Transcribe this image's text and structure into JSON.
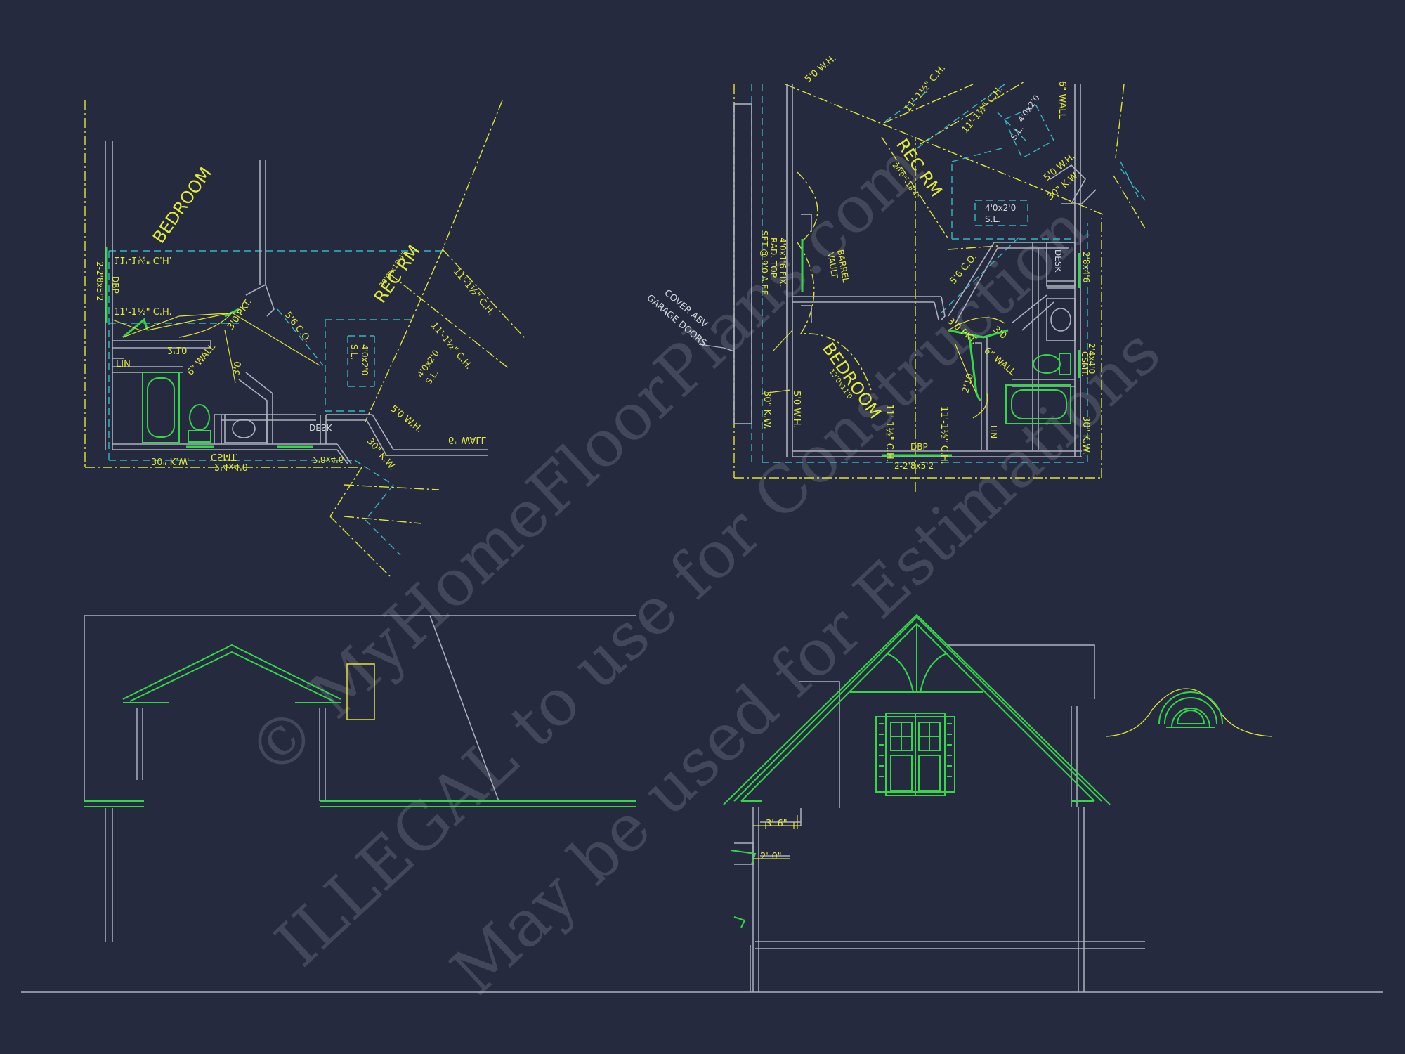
{
  "colors": {
    "background": "#252a3e",
    "wall": "#aeb2bd",
    "yellow": "#dfe53a",
    "cyan": "#33b8c4",
    "green": "#35d64a",
    "white_text": "#d7dae2"
  },
  "watermark": {
    "line1": "© MyHomeFloorPlans.com",
    "line2": "ILLEGAL to use for Construction",
    "line3": "May be used for Estimations"
  },
  "plan_left": {
    "room_bedroom": "BEDROOM",
    "room_rec": "REC RM",
    "rec_size": "20'0\"x18'4\"",
    "ch_1": "11'-1½\" C.H.",
    "ch_2": "11'-1½\" C.H.",
    "ch_3": "11'-1½\" C.H.",
    "ch_4": "11'-1½\" C.H.",
    "window_dbl": "2-2'8x5'2",
    "dbp": "DBP",
    "co": "5'6 C.O.",
    "pkt": "3'0 PKT.",
    "door_30": "3'0",
    "wall_6a": "6\" WALL",
    "wall_6b": "6\" WALL",
    "door_210": "2'10",
    "lin": "LIN",
    "csmt_dim": "2'4x4'0",
    "csmt": "CSMT.",
    "kw_30a": "30\" K.W.",
    "kw_30b": "30\" K.W.",
    "desk": "DESK",
    "desk_window": "2'8x4'6",
    "skylight_a": "4'0x2'0",
    "skylight_a_label": "S.L.",
    "skylight_b": "4'0x2'0",
    "skylight_b_label": "S.L.",
    "wh_50": "5'0 W.H."
  },
  "plan_right": {
    "wh_top": "5'0 W.H.",
    "ch_a": "11'-1½\" C.H.",
    "ch_b": "11'-1½\" C.H.",
    "ch_c": "11'-1½\" C.H.",
    "ch_d": "11'-1½\" C.H.",
    "wall_6": "6\" WALL",
    "wall_6b": "6\" WALL",
    "room_rec": "REC RM",
    "rec_size": "20'0\"x18'4\"",
    "skylight_a": "4'0x2'0",
    "skylight_a_label": "S.L.",
    "skylight_b": "4'0x2'0",
    "skylight_b_label": "S.L.",
    "wh_mid": "5'0 W.H.",
    "kw_30a": "30\" K.W.",
    "kw_30b": "30\" K.W.",
    "kw_30c": "30\" K.W.",
    "desk": "DESK",
    "desk_window": "2'8x4'6",
    "co": "5'6 C.O.",
    "pkt": "3'0 PKT.",
    "door_30": "3'0",
    "csmt_dim": "2'4x4'0",
    "csmt": "CSMT.",
    "door_210": "2'10",
    "lin": "LIN",
    "fix_window": "4'0x1'6 FIX.",
    "fix_window_2": "RAD. TOP",
    "fix_window_3": "SET @ 9'0 A.F.F.",
    "barrel": "BARREL",
    "vault": "VAULT",
    "room_bedroom": "BEDROOM",
    "bedroom_size": "13'0x11'0",
    "wh_low": "5'0 W.H.",
    "cover_note_1": "COVER ABV",
    "cover_note_2": "GARAGE DOORS",
    "dbp": "DBP",
    "window_dbl": "2-2'8x5'2"
  },
  "elevation_right": {
    "dim_36": "3'-6\"",
    "dim_20": "2'-0\""
  }
}
